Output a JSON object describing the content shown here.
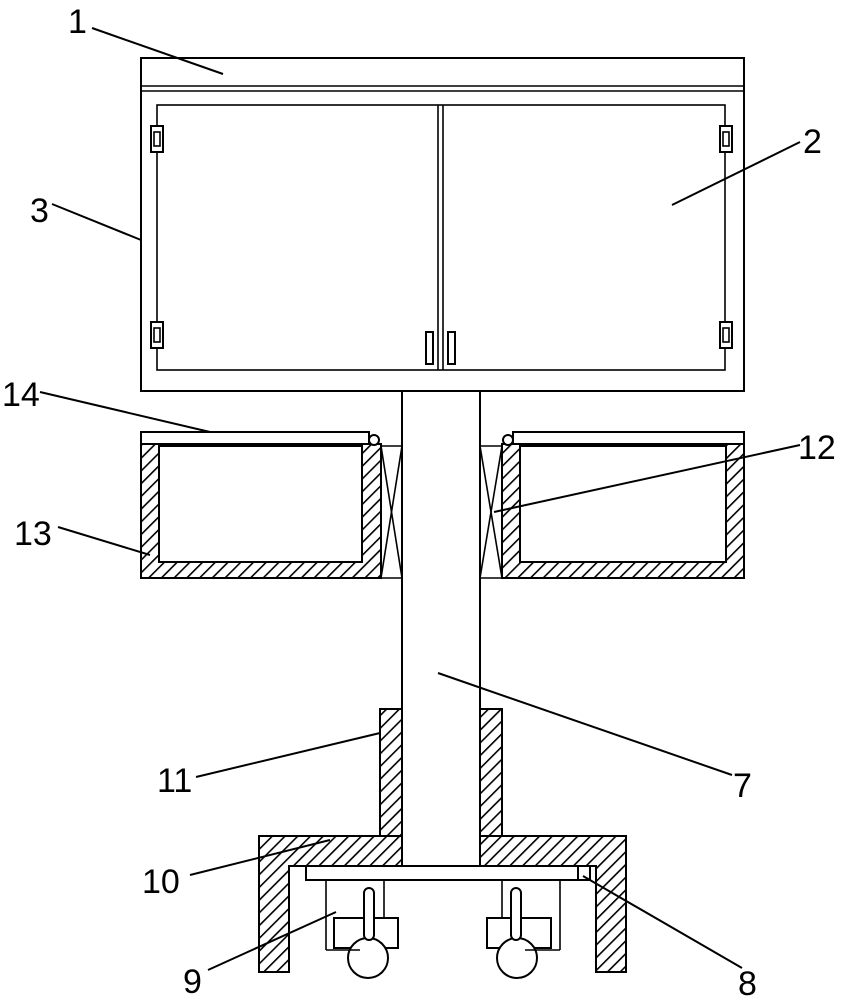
{
  "labels": [
    {
      "id": "1",
      "text": "1"
    },
    {
      "id": "2",
      "text": "2"
    },
    {
      "id": "3",
      "text": "3"
    },
    {
      "id": "7",
      "text": "7"
    },
    {
      "id": "8",
      "text": "8"
    },
    {
      "id": "9",
      "text": "9"
    },
    {
      "id": "10",
      "text": "10"
    },
    {
      "id": "11",
      "text": "11"
    },
    {
      "id": "12",
      "text": "12"
    },
    {
      "id": "13",
      "text": "13"
    },
    {
      "id": "14",
      "text": "14"
    }
  ]
}
